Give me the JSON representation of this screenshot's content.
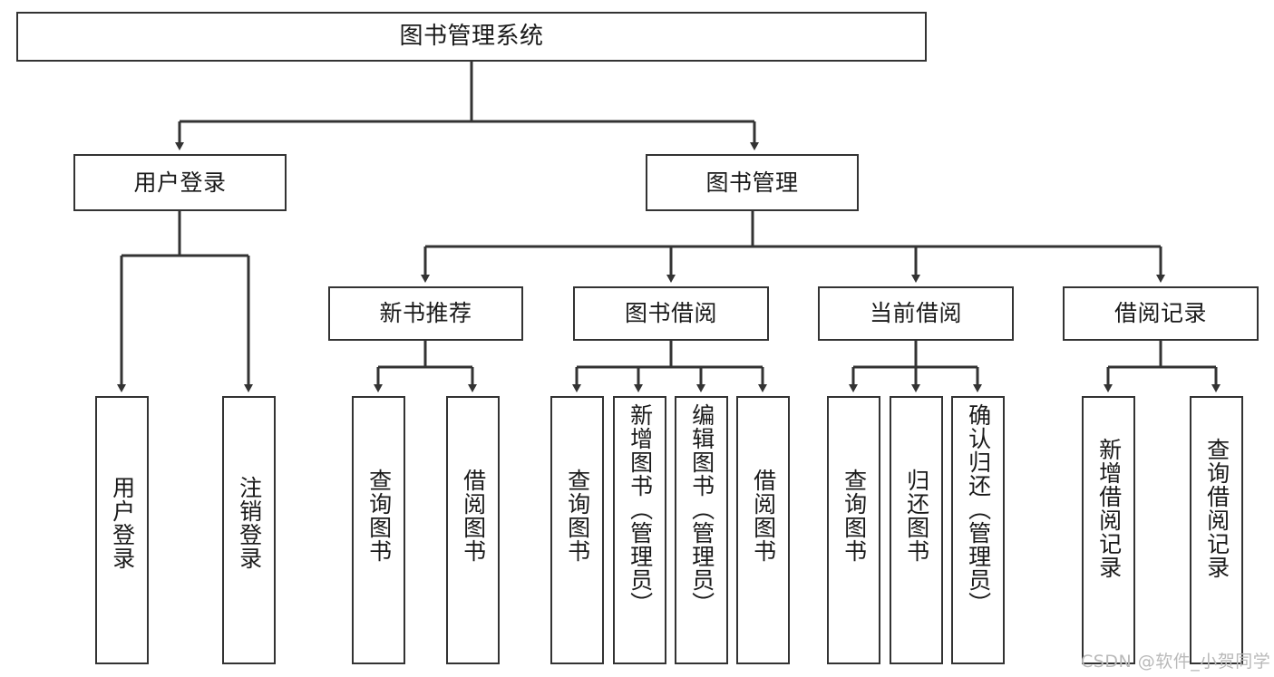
{
  "diagram": {
    "title": "图书管理系统",
    "type": "tree-hierarchy",
    "orientation": "top-down",
    "colors": {
      "box_border": "#333333",
      "box_fill": "#ffffff",
      "edge": "#333333",
      "text": "#1a1a1a",
      "watermark": "#b9b9b9",
      "background": "#ffffff"
    },
    "levels": {
      "level1": "系统",
      "level2": "模块",
      "level3": "子模块",
      "level4": "功能"
    }
  },
  "nodes": {
    "root": {
      "label": "图书管理系统"
    },
    "level2": [
      {
        "id": "user-login",
        "label": "用户登录"
      },
      {
        "id": "book-manage",
        "label": "图书管理"
      }
    ],
    "level3": [
      {
        "id": "new-book-recommend",
        "label": "新书推荐"
      },
      {
        "id": "book-borrow",
        "label": "图书借阅"
      },
      {
        "id": "current-borrow",
        "label": "当前借阅"
      },
      {
        "id": "borrow-record",
        "label": "借阅记录"
      }
    ],
    "leaves": {
      "user_login": [
        {
          "id": "leaf-user-login",
          "label": "用户登录"
        },
        {
          "id": "leaf-logout-login",
          "label": "注销登录"
        }
      ],
      "new_book_recommend": [
        {
          "id": "leaf-query-book-1",
          "label": "查询图书"
        },
        {
          "id": "leaf-borrow-book-1",
          "label": "借阅图书"
        }
      ],
      "book_borrow": [
        {
          "id": "leaf-query-book-2",
          "label": "查询图书"
        },
        {
          "id": "leaf-add-book",
          "label": "新增图书（管理员）"
        },
        {
          "id": "leaf-edit-book",
          "label": "编辑图书（管理员）"
        },
        {
          "id": "leaf-borrow-book-2",
          "label": "借阅图书"
        }
      ],
      "current_borrow": [
        {
          "id": "leaf-query-book-3",
          "label": "查询图书"
        },
        {
          "id": "leaf-return-book",
          "label": "归还图书"
        },
        {
          "id": "leaf-confirm-return",
          "label": "确认归还（管理员）"
        }
      ],
      "borrow_record": [
        {
          "id": "leaf-add-borrow-record",
          "label": "新增借阅记录"
        },
        {
          "id": "leaf-query-borrow-record",
          "label": "查询借阅记录"
        }
      ]
    }
  },
  "watermark": {
    "text": "CSDN @软件_小贺同学"
  }
}
